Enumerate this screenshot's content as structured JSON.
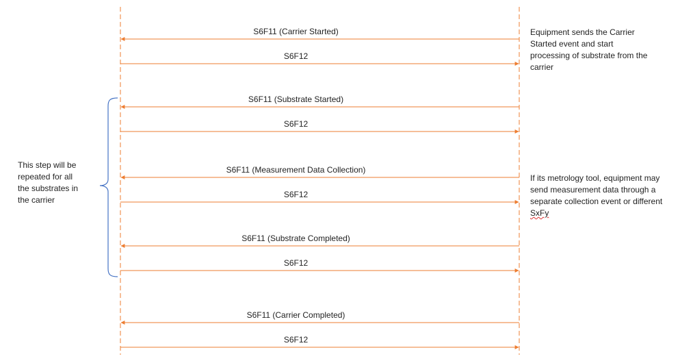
{
  "colors": {
    "lifeline": "#ED7D31",
    "arrow": "#ED7D31",
    "brace": "#4472C4",
    "text": "#222222"
  },
  "messages": [
    {
      "label": "S6F11 (Carrier Started)",
      "direction": "to-host"
    },
    {
      "label": "S6F12",
      "direction": "to-equipment"
    },
    {
      "label": "S6F11 (Substrate Started)",
      "direction": "to-host"
    },
    {
      "label": "S6F12",
      "direction": "to-equipment"
    },
    {
      "label": "S6F11 (Measurement Data Collection)",
      "direction": "to-host"
    },
    {
      "label": "S6F12",
      "direction": "to-equipment"
    },
    {
      "label": "S6F11 (Substrate Completed)",
      "direction": "to-host"
    },
    {
      "label": "S6F12",
      "direction": "to-equipment"
    },
    {
      "label": "S6F11 (Carrier Completed)",
      "direction": "to-host"
    },
    {
      "label": "S6F12",
      "direction": "to-equipment"
    }
  ],
  "notes": {
    "carrier_started": [
      "Equipment sends the Carrier",
      "Started event and start",
      "processing of substrate from the",
      "carrier"
    ],
    "metrology": [
      "If its metrology tool, equipment may",
      "send measurement data through a",
      "separate collection event or different",
      "SxFy"
    ],
    "repeat": [
      "This step will be",
      "repeated for all",
      "the substrates in",
      "the carrier"
    ]
  }
}
